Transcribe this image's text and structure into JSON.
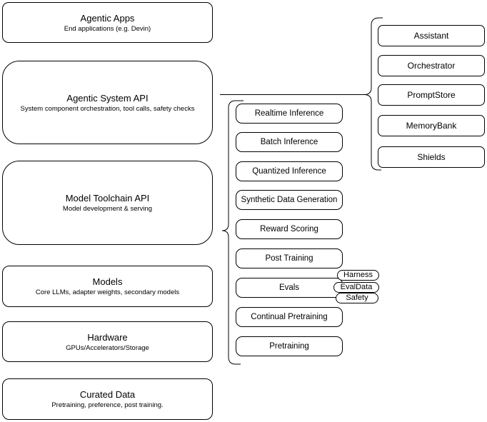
{
  "layers": {
    "agentic_apps": {
      "title": "Agentic Apps",
      "subtitle": "End applications (e.g. Devin)"
    },
    "agentic_system_api": {
      "title": "Agentic System API",
      "subtitle": "System component orchestration, tool calls, safety checks"
    },
    "model_toolchain_api": {
      "title": "Model Toolchain API",
      "subtitle": "Model development & serving"
    },
    "models": {
      "title": "Models",
      "subtitle": "Core LLMs, adapter weights, secondary models"
    },
    "hardware": {
      "title": "Hardware",
      "subtitle": "GPUs/Accelerators/Storage"
    },
    "curated_data": {
      "title": "Curated Data",
      "subtitle": "Pretraining, preference, post training."
    }
  },
  "toolchain_services": [
    "Realtime Inference",
    "Batch Inference",
    "Quantized Inference",
    "Synthetic Data Generation",
    "Reward Scoring",
    "Post Training",
    "Evals",
    "Continual Pretraining",
    "Pretraining"
  ],
  "evals_tags": [
    "Harness",
    "EvalData",
    "Safety"
  ],
  "system_components": [
    "Assistant",
    "Orchestrator",
    "PromptStore",
    "MemoryBank",
    "Shields"
  ],
  "colors": {
    "stroke": "#000000",
    "fill": "#ffffff",
    "text": "#000000"
  }
}
